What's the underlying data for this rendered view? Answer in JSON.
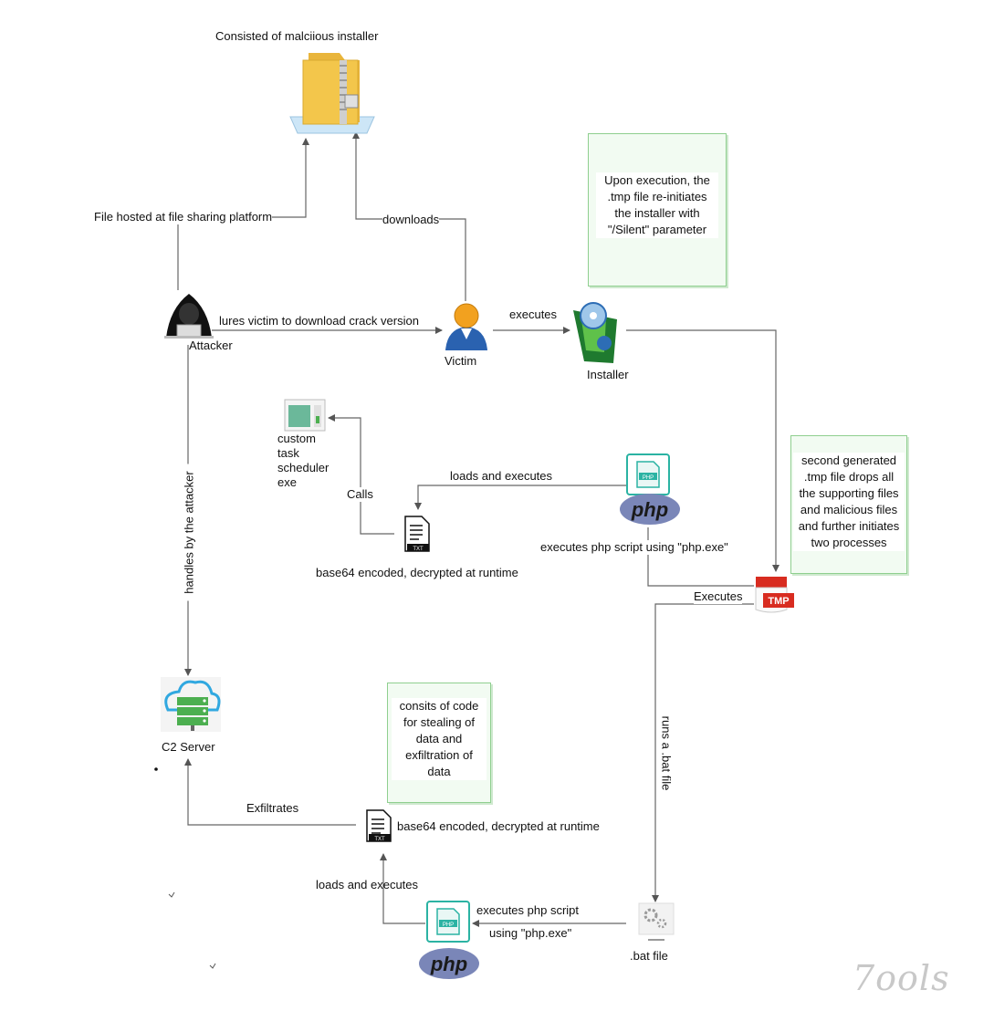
{
  "labels": {
    "zip_title": "Consisted of malciious installer",
    "hosted": "File hosted at file sharing platform",
    "downloads": "downloads",
    "lures": "lures victim to download crack version",
    "attacker": "Attacker",
    "victim": "Victim",
    "executes": "executes",
    "installer": "Installer",
    "handles": "handles by the attacker",
    "custom_task": "custom\ntask\nscheduler\nexe",
    "loads_executes_top": "loads and executes",
    "calls": "Calls",
    "base64_top": "base64 encoded, decrypted at runtime",
    "php_script_top": "executes php script using \"php.exe\"",
    "executes_tmp": "Executes",
    "c2": "C2 Server",
    "runs_bat": "runs a .bat file",
    "exfiltrates": "Exfiltrates",
    "base64_bottom": "base64 encoded, decrypted at runtime",
    "loads_executes_bottom": "loads and executes",
    "php_script_bottom_1": "executes php script",
    "php_script_bottom_2": "using \"php.exe\"",
    "bat_file": ".bat file",
    "watermark": "7ools"
  },
  "notes": {
    "upon_execution": "Upon execution, the\n.tmp file re-initiates\nthe installer with\n\"/Silent\" parameter",
    "second_generated": "second generated\n.tmp file drops all\nthe supporting files\nand malicious files\nand further initiates\ntwo processes",
    "consists_code": "consits of code\nfor stealing of\ndata and\nexfiltration of\ndata"
  },
  "icons": {
    "php_label": "php",
    "php_badge": "PHP",
    "tmp_badge": "TMP",
    "txt_badge": "TXT"
  },
  "colors": {
    "line": "#555555",
    "note_border": "#8fcf8f",
    "note_fill": "#f2fbf2",
    "php_oval": "#7a86b8",
    "php_teal": "#2bb3a3",
    "tmp_red": "#d82c20",
    "folder_yellow": "#f3c64b",
    "server_green": "#4caf50",
    "cloud_blue": "#31a8e0",
    "victim_orange": "#f2a11f",
    "victim_blue": "#2a62b0"
  }
}
